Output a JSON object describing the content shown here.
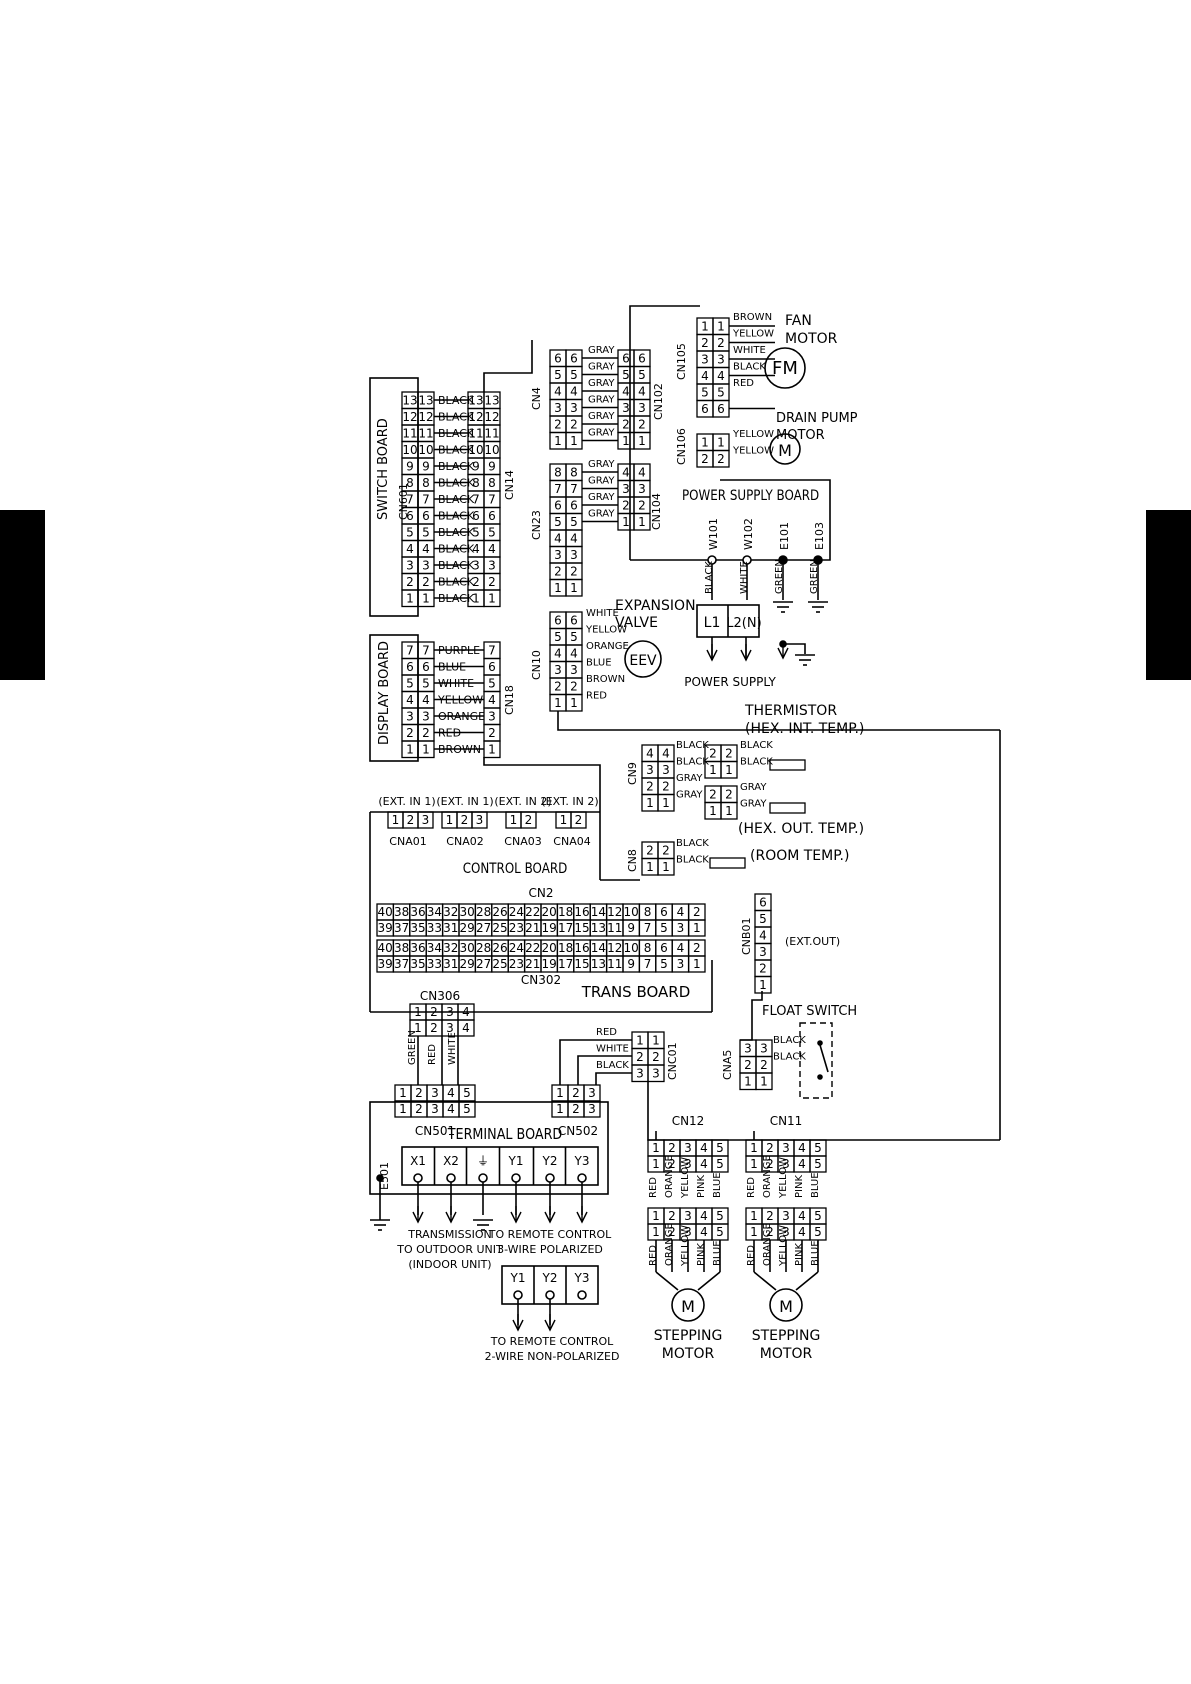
{
  "boards": {
    "switch": "SWITCH BOARD",
    "display": "DISPLAY BOARD",
    "control": "CONTROL BOARD",
    "trans": "TRANS BOARD",
    "terminal": "TERMINAL BOARD",
    "power": "POWER SUPPLY BOARD"
  },
  "connectors": {
    "cn601": "CN601",
    "cn14": "CN14",
    "cn18": "CN18",
    "cn4": "CN4",
    "cn102": "CN102",
    "cn23": "CN23",
    "cn104": "CN104",
    "cn105": "CN105",
    "cn106": "CN106",
    "cn10": "CN10",
    "cn9": "CN9",
    "cn8": "CN8",
    "cnb01": "CNB01",
    "cna5": "CNA5",
    "cnc01": "CNC01",
    "cn2": "CN2",
    "cn302": "CN302",
    "cn306": "CN306",
    "cn501": "CN501",
    "cn502": "CN502",
    "cn12": "CN12",
    "cn11": "CN11",
    "cna01": "CNA01",
    "cna02": "CNA02",
    "cna03": "CNA03",
    "cna04": "CNA04",
    "w101": "W101",
    "w102": "W102",
    "e101": "E101",
    "e103": "E103",
    "e501": "E501"
  },
  "ext_inputs": [
    "(EXT. IN 1)",
    "(EXT. IN 1)",
    "(EXT. IN 2)",
    "(EXT. IN 2)"
  ],
  "ext_out": "(EXT.OUT)",
  "switch_wires": [
    "BLACK",
    "BLACK",
    "BLACK",
    "BLACK",
    "BLACK",
    "BLACK",
    "BLACK",
    "BLACK",
    "BLACK",
    "BLACK",
    "BLACK",
    "BLACK",
    "BLACK"
  ],
  "display_wires": [
    "PURPLE",
    "BLUE",
    "WHITE",
    "YELLOW",
    "ORANGE",
    "RED",
    "BROWN"
  ],
  "cn4_wires": [
    "GRAY",
    "GRAY",
    "GRAY",
    "GRAY",
    "GRAY",
    "GRAY"
  ],
  "cn23_wires": [
    "GRAY",
    "GRAY",
    "GRAY",
    "GRAY"
  ],
  "fan_wires": [
    "BROWN",
    "YELLOW",
    "WHITE",
    "BLACK",
    "RED"
  ],
  "drain_wires": [
    "YELLOW",
    "YELLOW"
  ],
  "eev_wires": [
    "WHITE",
    "YELLOW",
    "ORANGE",
    "BLUE",
    "BROWN",
    "RED"
  ],
  "power_wires": [
    "BLACK",
    "WHITE",
    "GREEN",
    "GREEN"
  ],
  "cn9_wires": [
    "BLACK",
    "BLACK",
    "GRAY",
    "GRAY"
  ],
  "thermistor_wires_a": [
    "BLACK",
    "BLACK"
  ],
  "thermistor_wires_b": [
    "GRAY",
    "GRAY"
  ],
  "cn8_wires": [
    "BLACK",
    "BLACK"
  ],
  "float_wires": [
    "BLACK",
    "BLACK"
  ],
  "cnc01_wires": [
    "RED",
    "WHITE",
    "BLACK"
  ],
  "cn306_wires": [
    "GREEN",
    "RED",
    "WHITE"
  ],
  "motor_wires": [
    "RED",
    "ORANGE",
    "YELLOW",
    "PINK",
    "BLUE"
  ],
  "components": {
    "fan_motor": "FAN\nMOTOR",
    "fan_symbol": "FM",
    "drain_pump": "DRAIN PUMP\nMOTOR",
    "motor_symbol": "M",
    "expansion_valve": "EXPANSION\nVALVE",
    "eev_symbol": "EEV",
    "power_supply": "POWER SUPPLY",
    "l1": "L1",
    "l2n": "L2(N)",
    "thermistor": "THERMISTOR\n(HEX. INT. TEMP.)",
    "hex_out": "(HEX. OUT. TEMP.)",
    "room_temp": "(ROOM TEMP.)",
    "float_switch": "FLOAT SWITCH",
    "stepping_motor": "STEPPING\nMOTOR"
  },
  "terminals": [
    "X1",
    "X2",
    "⏚",
    "Y1",
    "Y2",
    "Y3"
  ],
  "remote_terminals": [
    "Y1",
    "Y2",
    "Y3"
  ],
  "notes": {
    "transmission": "TRANSMISSION\nTO OUTDOOR UNIT\n(INDOOR UNIT)",
    "remote3": "TO REMOTE CONTROL\n3-WIRE POLARIZED",
    "remote2": "TO REMOTE CONTROL\n2-WIRE NON-POLARIZED"
  }
}
